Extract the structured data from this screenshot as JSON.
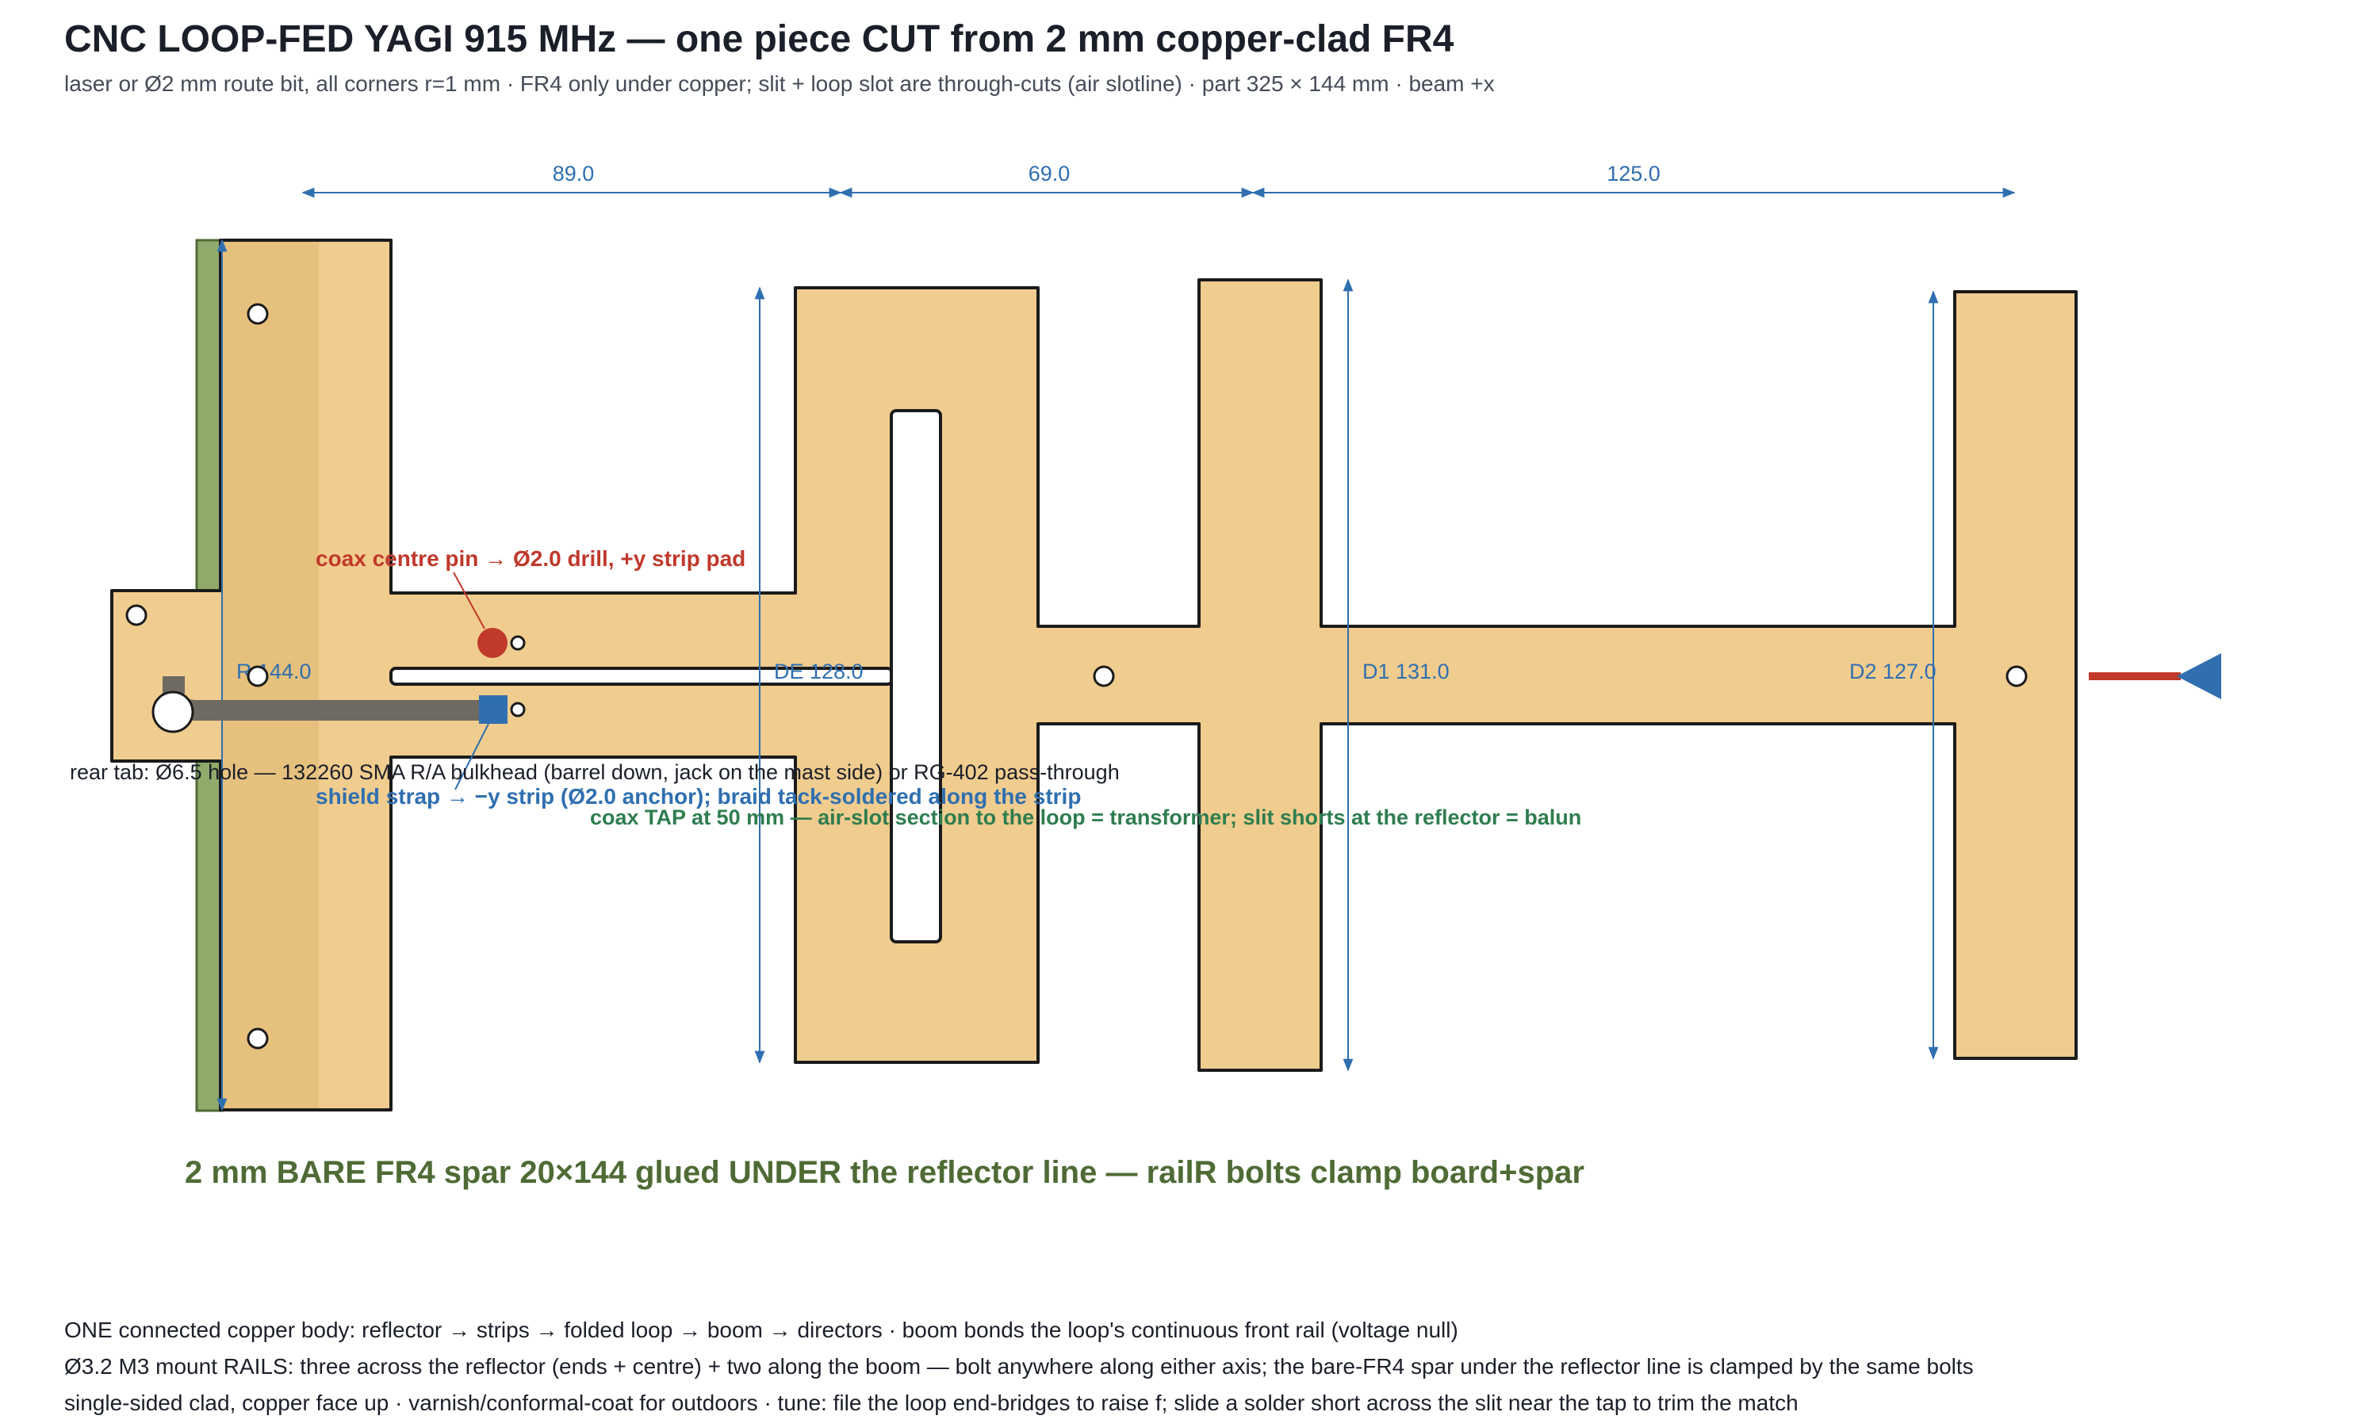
{
  "title": "CNC LOOP-FED YAGI 915 MHz — one piece CUT from 2 mm copper-clad FR4",
  "subtitle": "laser or Ø2 mm route bit, all corners r=1 mm · FR4 only under copper; slit + loop slot are through-cuts (air slotline) · part 325 × 144 mm · beam +x",
  "dimensions": {
    "spacings": [
      "89.0",
      "69.0",
      "125.0"
    ],
    "elements": {
      "reflector": "R 144.0",
      "driven": "DE 128.0",
      "director1": "D1 131.0",
      "director2": "D2 127.0"
    }
  },
  "annotations": {
    "coax_pin": "coax centre pin → Ø2.0 drill, +y strip pad",
    "rear_tab": "rear tab: Ø6.5 hole — 132260 SMA R/A bulkhead (barrel down, jack on the mast side) or RG-402 pass-through",
    "shield_strap": "shield strap → −y strip (Ø2.0 anchor); braid tack-soldered along the strip",
    "coax_tap": "coax TAP at 50 mm — air-slot section to the loop = transformer; slit shorts at the reflector = balun",
    "spar": "2 mm BARE FR4 spar 20×144 glued UNDER the reflector line — railR bolts clamp board+spar"
  },
  "notes": [
    "ONE connected copper body: reflector → strips → folded loop → boom → directors · boom bonds the loop's continuous front rail (voltage null)",
    "Ø3.2 M3 mount RAILS: three across the reflector (ends + centre) + two along the boom — bolt anywhere along either axis; the bare-FR4 spar under the reflector line is clamped by the same bolts",
    "single-sided clad, copper face up · varnish/conformal-coat for outdoors · tune: file the loop end-bridges to raise f; slide a solder short across the slit near the tap to trim the match"
  ],
  "colors": {
    "copper": "#f0cc8e",
    "outline": "#1b1b1b",
    "dimension": "#2f6fb0",
    "spar": "#8faa6a",
    "centre_pin": "#c0392b",
    "shield": "#2f6fb0",
    "tap_note": "#2e7d4f",
    "spar_note": "#4f6b35",
    "coax": "#6e6a62",
    "beam_arrow": "#c0392b"
  }
}
